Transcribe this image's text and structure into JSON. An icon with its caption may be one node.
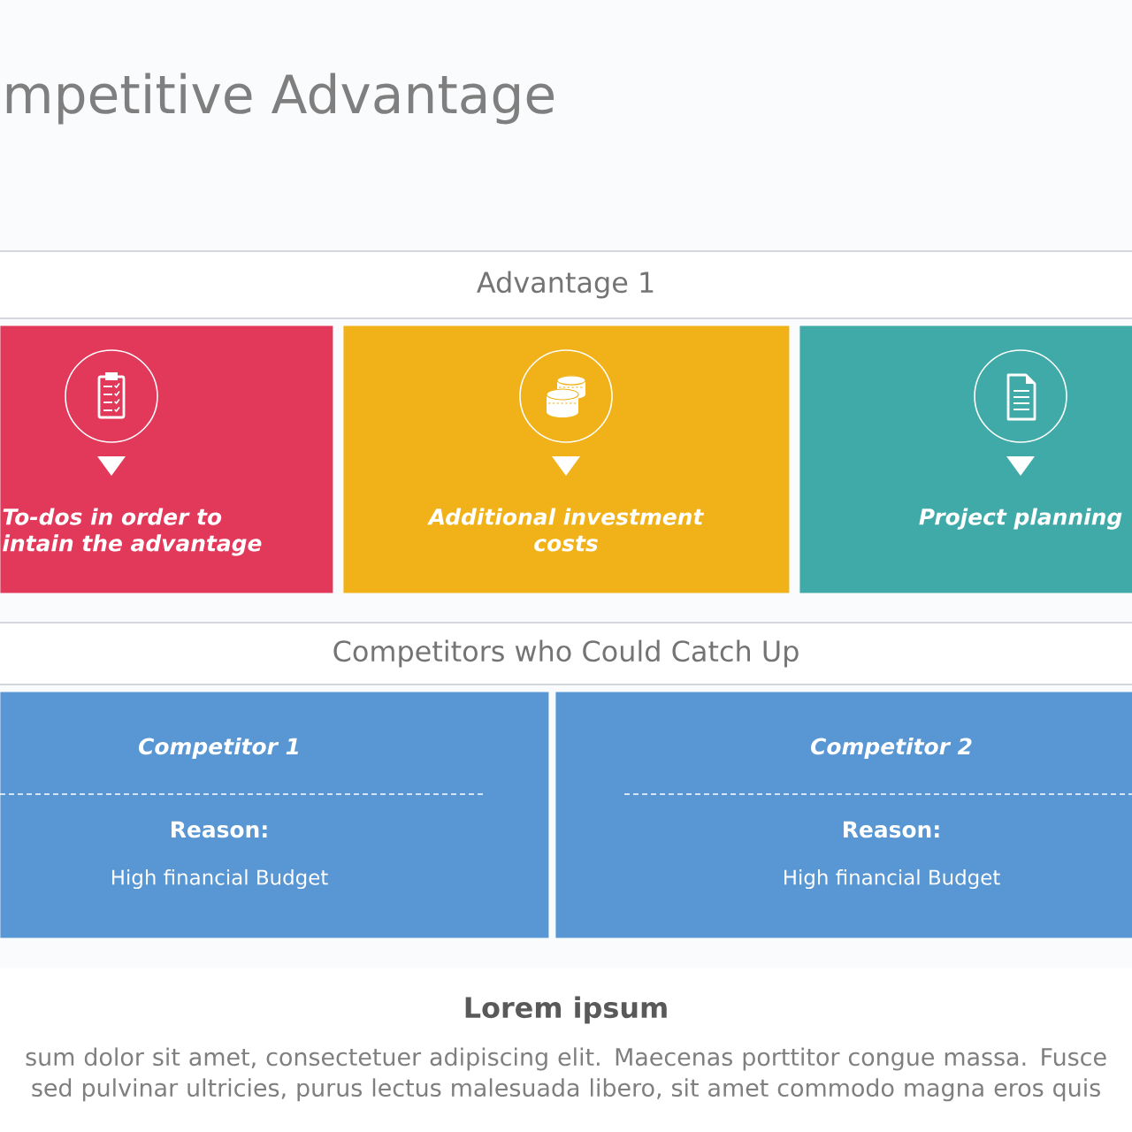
{
  "diagram": {
    "title": "mpetitive Advantage",
    "nodes": [
      {
        "text": [
          "Advantage 1"
        ]
      },
      {
        "text": [
          "To-dos in order to intain the advantage"
        ]
      },
      {
        "text": [
          "Additional investment costs"
        ]
      },
      {
        "text": [
          "Project planning"
        ]
      },
      {
        "text": [
          "Competitors who Could Catch Up"
        ]
      },
      {
        "text": [
          "Competitor 1",
          "Reason:",
          "High financial Budget"
        ]
      },
      {
        "text": [
          "Competitor 2",
          "Reason:",
          "High financial Budget"
        ]
      }
    ],
    "labels": [
      "Lorem ipsum",
      "sum dolor sit amet, consectetuer adipiscing elit. Maecenas porttitor congue massa. Fusce sed pulvinar ultricies, purus lectus malesuada libero, sit amet commodo magna eros quis"
    ]
  }
}
